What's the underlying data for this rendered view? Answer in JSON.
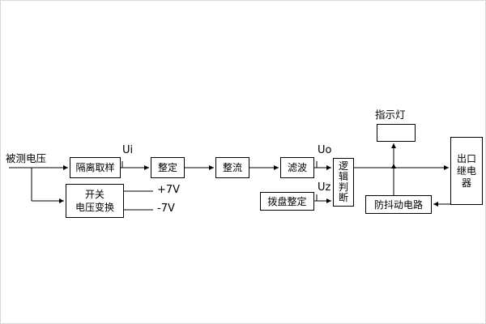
{
  "labels": {
    "input": "被测电压",
    "indicator": "指示灯",
    "ui": "Ui",
    "uo": "Uo",
    "uz": "Uz",
    "plus7v": "+7V",
    "minus7v": "-7V"
  },
  "blocks": {
    "isolation": "隔离取样",
    "setting": "整定",
    "rectifier": "整流",
    "filter": "滤波",
    "logic": "逻辑判断",
    "dial_setting": "拨盘整定",
    "switch_line1": "开关",
    "switch_line2": "电压变换",
    "antishake": "防抖动电路",
    "relay": "出口继电器"
  },
  "colors": {
    "line": "#000000",
    "box_border": "#000000",
    "background": "#ffffff"
  }
}
